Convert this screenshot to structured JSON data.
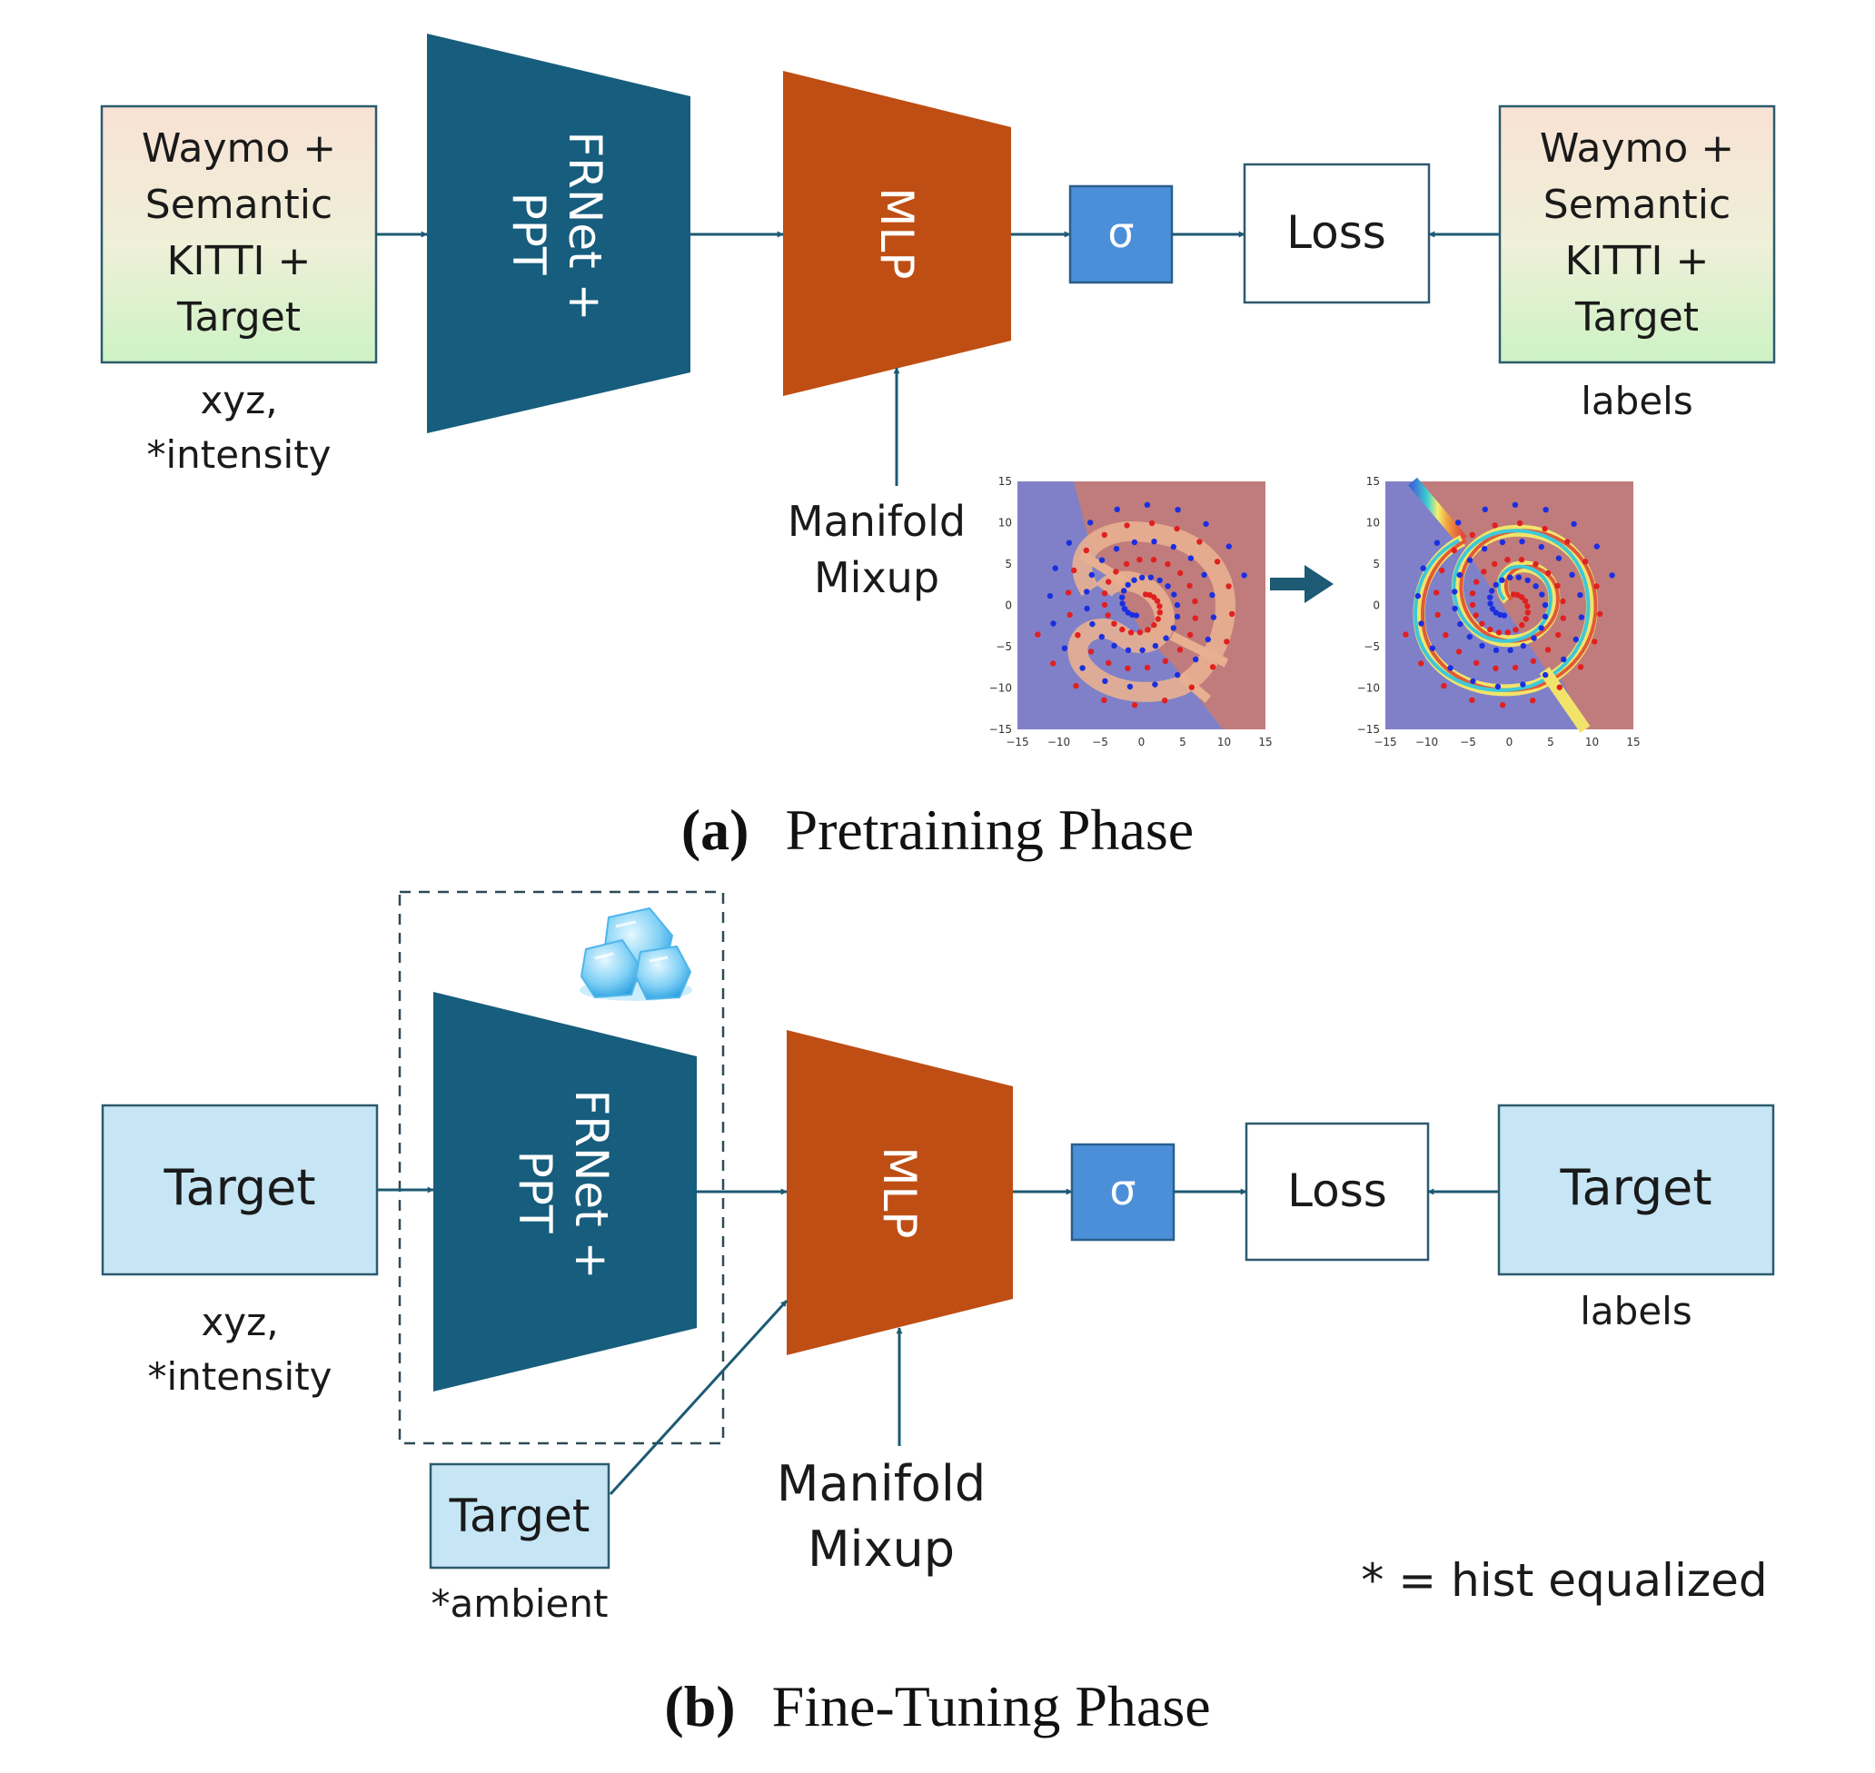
{
  "panel_a": {
    "caption_tag": "(a)",
    "caption_text": "Pretraining Phase",
    "input_box": {
      "lines": [
        "Waymo +",
        "Semantic",
        "KITTI +",
        "Target"
      ]
    },
    "input_caption": {
      "lines": [
        "xyz,",
        "*intensity"
      ]
    },
    "backbone": {
      "lines": [
        "FRNet +",
        "PPT"
      ]
    },
    "head": {
      "label": "MLP"
    },
    "activation": {
      "label": "σ"
    },
    "loss": {
      "label": "Loss"
    },
    "labels_box": {
      "lines": [
        "Waymo +",
        "Semantic",
        "KITTI +",
        "Target"
      ]
    },
    "labels_caption": "labels",
    "mixup": {
      "lines": [
        "Manifold",
        "Mixup"
      ]
    },
    "plot_ticks": [
      "−15",
      "−10",
      "−5",
      "0",
      "5",
      "10",
      "15"
    ],
    "plot_ticks_top": [
      "15",
      "10",
      "5",
      "0",
      "−5",
      "−10",
      "−15"
    ]
  },
  "panel_b": {
    "caption_tag": "(b)",
    "caption_text": "Fine-Tuning Phase",
    "input_box": {
      "label": "Target"
    },
    "input_caption": {
      "lines": [
        "xyz,",
        "*intensity"
      ]
    },
    "backbone": {
      "lines": [
        "FRNet +",
        "PPT"
      ],
      "frozen_icon": "ice-cubes-icon"
    },
    "head": {
      "label": "MLP"
    },
    "activation": {
      "label": "σ"
    },
    "loss": {
      "label": "Loss"
    },
    "labels_box": {
      "label": "Target"
    },
    "labels_caption": "labels",
    "ambient_box": {
      "label": "Target"
    },
    "ambient_caption": "*ambient",
    "mixup": {
      "lines": [
        "Manifold",
        "Mixup"
      ]
    },
    "footnote": "* = hist equalized"
  },
  "colors": {
    "backbone": "#175d7d",
    "head": "#bf4e14",
    "activation": "#4c8fd9",
    "target_box": "#c6e6f5",
    "arrow": "#1d5a73",
    "plot_blue": "#8080c8",
    "plot_red": "#c07c7c"
  }
}
